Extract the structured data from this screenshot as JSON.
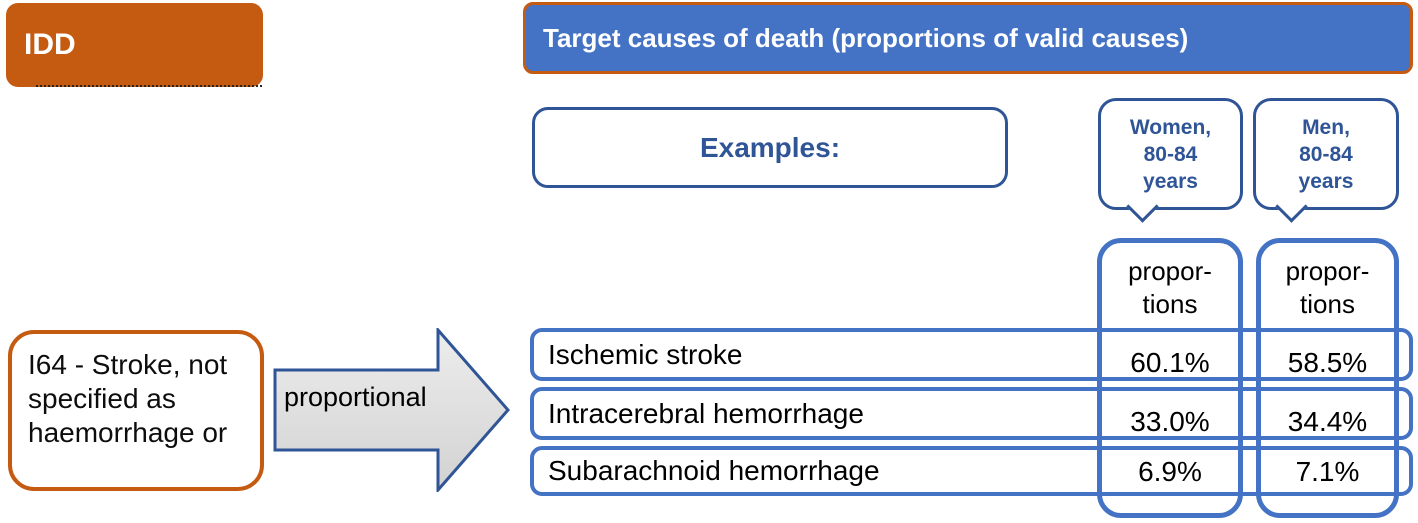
{
  "figure": {
    "idd_label": "IDD",
    "banner_title": "Target causes of death (proportions of valid causes)",
    "examples_label": "Examples:",
    "source_box_text": "I64 - Stroke, not\nspecified as\nhaemorrhage or",
    "arrow_label": "proportional",
    "groups": [
      {
        "bubble_label": "Women,\n80-84\nyears",
        "column_header": "propor-\ntions"
      },
      {
        "bubble_label": "Men,\n80-84\nyears",
        "column_header": "propor-\ntions"
      }
    ],
    "rows": [
      {
        "cause": "Ischemic stroke",
        "women_proportion": "60.1%",
        "men_proportion": "58.5%"
      },
      {
        "cause": "Intracerebral hemorrhage",
        "women_proportion": "33.0%",
        "men_proportion": "34.4%"
      },
      {
        "cause": "Subarachnoid hemorrhage",
        "women_proportion": "6.9%",
        "men_proportion": "7.1%"
      }
    ],
    "colors": {
      "orange": "#C55A11",
      "banner_blue": "#4472C4",
      "dark_blue": "#2F5597",
      "grid_blue": "#4472C4",
      "arrow_fill": "#DBDBDB",
      "text_black": "#000000",
      "white": "#FFFFFF"
    }
  }
}
